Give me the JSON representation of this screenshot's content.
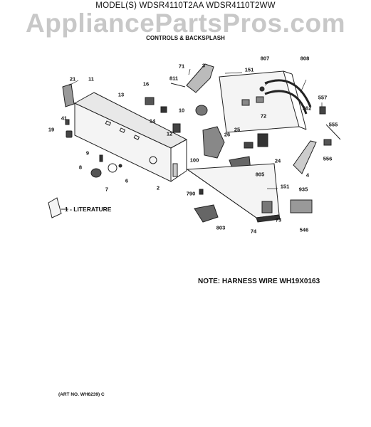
{
  "header": {
    "model_line": "MODEL(S) WDSR4110T2AA  WDSR4110T2WW",
    "watermark": "AppliancePartsPros.com",
    "section_title": "CONTROLS & BACKSPLASH"
  },
  "literature_label": "1 - LITERATURE",
  "note": "NOTE: HARNESS WIRE WH19X0163",
  "art_number": "(ART NO. WH6239) C",
  "part_labels": [
    "71",
    "3",
    "151",
    "807",
    "808",
    "811",
    "21",
    "11",
    "13",
    "16",
    "557",
    "10",
    "562",
    "72",
    "14",
    "555",
    "41",
    "12",
    "26",
    "25",
    "19",
    "100",
    "24",
    "556",
    "9",
    "805",
    "4",
    "8",
    "6",
    "2",
    "151",
    "935",
    "7",
    "790",
    "73",
    "803",
    "74",
    "546"
  ]
}
